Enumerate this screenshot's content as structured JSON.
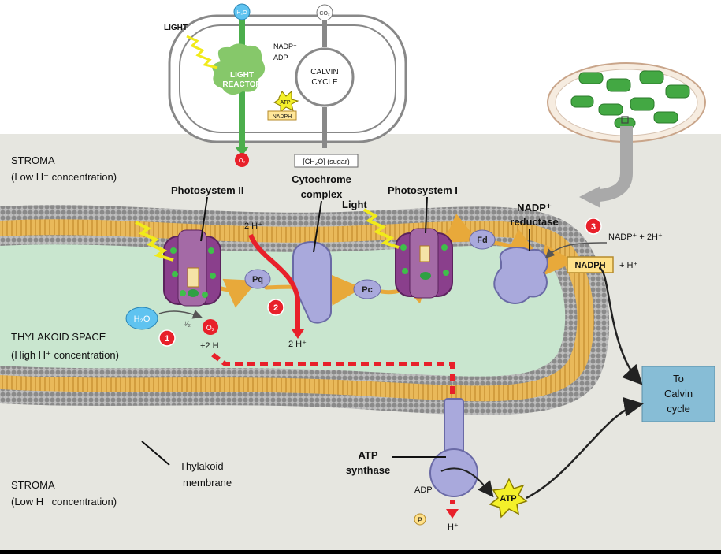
{
  "inset": {
    "h2o": "H₂O",
    "co2": "CO₂",
    "light": "LIGHT",
    "nadp": "NADP⁺",
    "adp": "ADP",
    "light_reactor_1": "LIGHT",
    "light_reactor_2": "REACTOR",
    "calvin_1": "CALVIN",
    "calvin_2": "CYCLE",
    "atp": "ATP",
    "nadph": "NADPH",
    "o2": "O₂",
    "sugar": "[CH₂O] (sugar)"
  },
  "labels": {
    "stroma_top_1": "STROMA",
    "stroma_top_2": "(Low H⁺ concentration)",
    "thylakoid_space_1": "THYLAKOID SPACE",
    "thylakoid_space_2": "(High H⁺ concentration)",
    "stroma_bottom_1": "STROMA",
    "stroma_bottom_2": "(Low H⁺ concentration)",
    "photosystem2": "Photosystem II",
    "cytochrome_1": "Cytochrome",
    "cytochrome_2": "complex",
    "photosystem1": "Photosystem I",
    "light": "Light",
    "nadp_reductase_1": "NADP⁺",
    "nadp_reductase_2": "reductase",
    "nadp_2h": "NADP⁺ + 2H⁺",
    "nadph": "NADPH",
    "plus_h": "+ H⁺",
    "fd": "Fd",
    "pq": "Pq",
    "pc": "Pc",
    "h2o": "H₂O",
    "half": "¹⁄₂",
    "o2": "O₂",
    "two_h_top": "2 H⁺",
    "two_h_left": "+2 H⁺",
    "two_h_mid": "2 H⁺",
    "thylakoid_membrane_1": "Thylakoid",
    "thylakoid_membrane_2": "membrane",
    "atp_synthase_1": "ATP",
    "atp_synthase_2": "synthase",
    "adp": "ADP",
    "p": "P",
    "h_bottom": "H⁺",
    "atp": "ATP",
    "to_calvin_1": "To",
    "to_calvin_2": "Calvin",
    "to_calvin_3": "cycle"
  },
  "steps": [
    "1",
    "2",
    "3"
  ],
  "colors": {
    "stroma": "#e6e6e0",
    "thylakoid_space": "#c9e6cf",
    "membrane_core": "#e9b95a",
    "membrane_heads": "#8e8e8e",
    "protein": "#a9a9dc",
    "photosystem": "#8a3f8c",
    "electron_arrow": "#f5c86a",
    "proton": "#e8202a",
    "calvin_box": "#87bdd6"
  }
}
